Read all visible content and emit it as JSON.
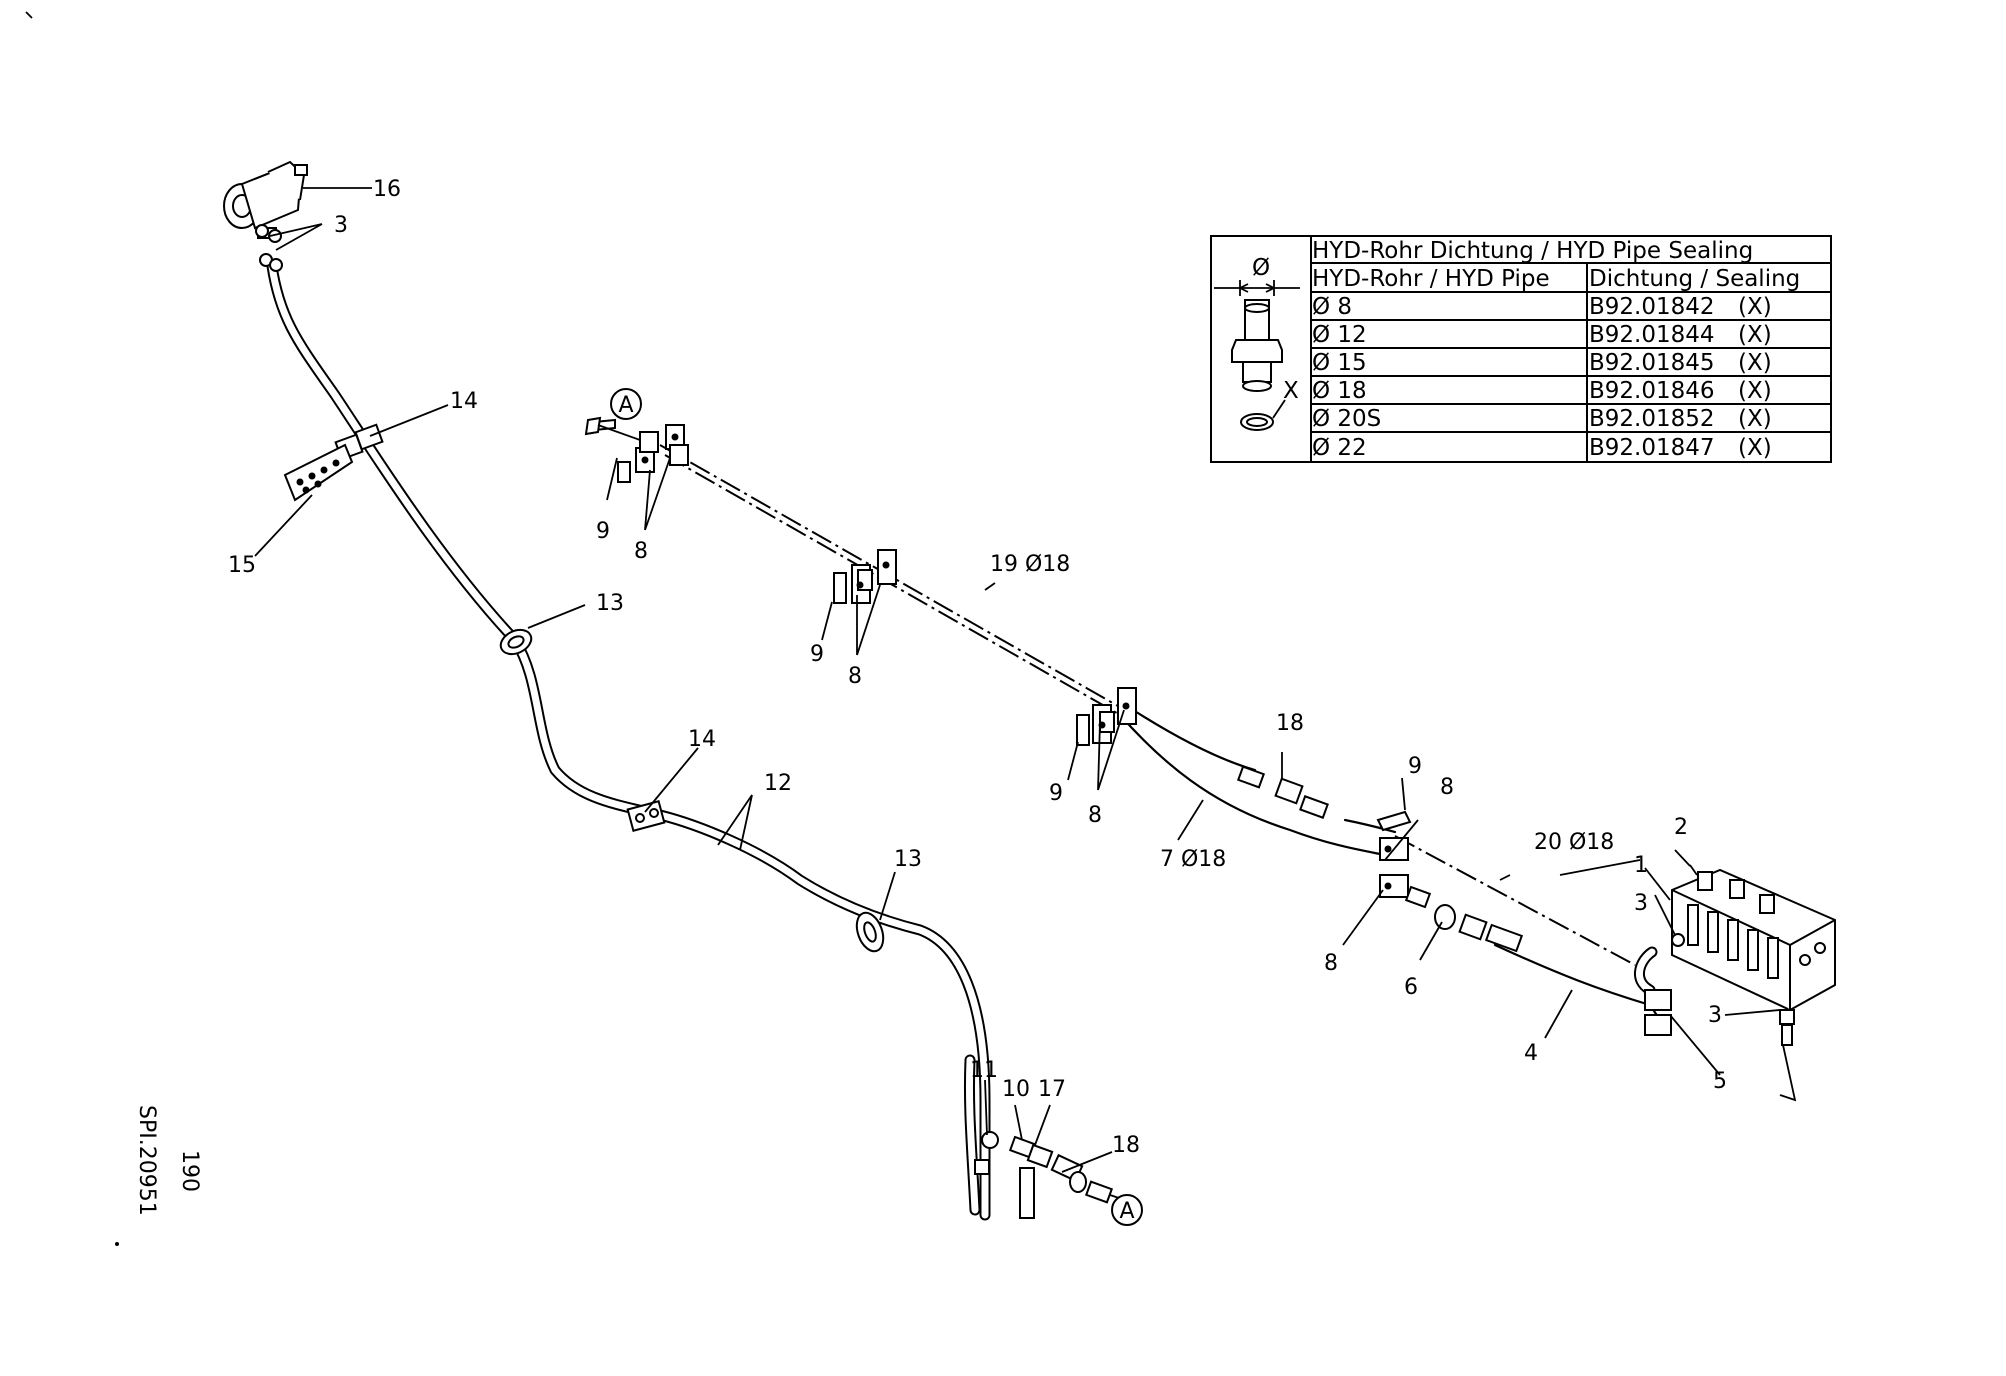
{
  "drawing": {
    "figure_number": "190",
    "drawing_id": "SPI.20951",
    "connector_label": "A",
    "callouts": {
      "c16": "16",
      "c3a": "3",
      "c14a": "14",
      "c15": "15",
      "c13a": "13",
      "c9a": "9",
      "c8a": "8",
      "c19": "19 Ø18",
      "c9b": "9",
      "c8b": "8",
      "c9c": "9",
      "c8c": "8",
      "c14b": "14",
      "c12": "12",
      "c13b": "13",
      "c18a": "18",
      "c7": "7 Ø18",
      "c9d": "9",
      "c8d": "8",
      "c8e": "8",
      "c6": "6",
      "c20": "20 Ø18",
      "c2": "2",
      "c1": "1",
      "c3b": "3",
      "c3c": "3",
      "c4": "4",
      "c5": "5",
      "c11": "11",
      "c10": "10",
      "c17": "17",
      "c18b": "18"
    },
    "seal_marker": "X",
    "diameter_symbol": "Ø"
  },
  "table": {
    "title": "HYD-Rohr Dichtung / HYD Pipe Sealing",
    "col_pipe": "HYD-Rohr / HYD Pipe",
    "col_seal": "Dichtung / Sealing",
    "rows": [
      {
        "pipe": "Ø 8",
        "seal": "B92.01842",
        "mark": "(X)"
      },
      {
        "pipe": "Ø 12",
        "seal": "B92.01844",
        "mark": "(X)"
      },
      {
        "pipe": "Ø 15",
        "seal": "B92.01845",
        "mark": "(X)"
      },
      {
        "pipe": "Ø 18",
        "seal": "B92.01846",
        "mark": "(X)"
      },
      {
        "pipe": "Ø 20S",
        "seal": "B92.01852",
        "mark": "(X)"
      },
      {
        "pipe": "Ø 22",
        "seal": "B92.01847",
        "mark": "(X)"
      }
    ]
  }
}
